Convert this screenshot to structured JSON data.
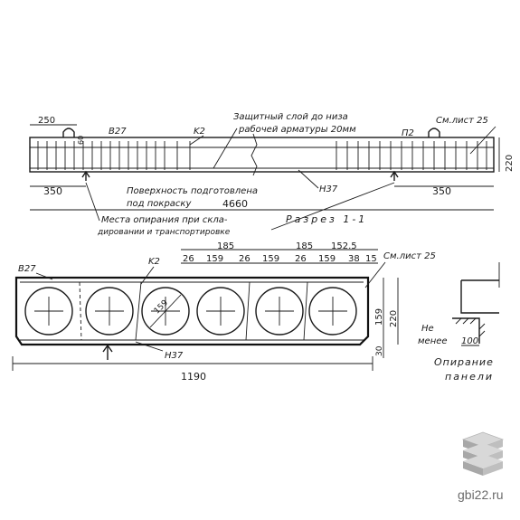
{
  "top_view": {
    "dims": {
      "d250": "250",
      "d60": "60",
      "d350_left": "350",
      "d350_right": "350",
      "d4660": "4660",
      "d220": "220"
    },
    "labels": {
      "b27": "B27",
      "k2": "K2",
      "p2": "П2",
      "n37": "Н37",
      "see_sheet": "См.лист 25",
      "protect_1": "Защитный слой до низа",
      "protect_2": "рабочей арматуры 20мм",
      "surface_1": "Поверхность подготовлена",
      "surface_2": "под покраску",
      "support_1": "Места опирания при скла-",
      "support_2": "дировании и транспортировке",
      "section": "Разрез 1-1"
    }
  },
  "section_view": {
    "dims": {
      "d185_a": "185",
      "d185_b": "185",
      "d152_5": "152.5",
      "d26_1": "26",
      "d159_1": "159",
      "d26_2": "26",
      "d159_2": "159",
      "d26_3": "26",
      "d159_3": "159",
      "d38": "38",
      "d15": "15",
      "d1190": "1190",
      "d220": "220",
      "d159_v": "159",
      "d30": "30",
      "d159_circle": "159"
    },
    "labels": {
      "b27": "B27",
      "k2": "K2",
      "n37": "Н37",
      "see_sheet": "См.лист 25"
    }
  },
  "support_detail": {
    "ne_menee": "Не",
    "menee": "менее",
    "d100": "100",
    "caption_1": "Опирание",
    "caption_2": "панели"
  },
  "watermark": {
    "text": "gbi22.ru",
    "color": "#6b6b6b"
  }
}
